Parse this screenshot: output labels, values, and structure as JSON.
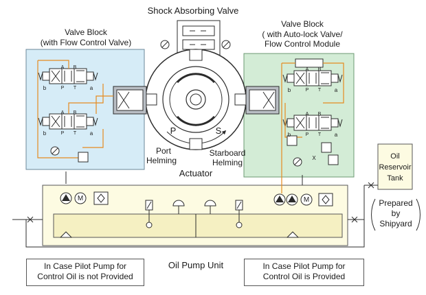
{
  "labels": {
    "shock_valve": "Shock Absorbing Valve",
    "valve_left_1": "Valve Block",
    "valve_left_2": "(with Flow Control Valve)",
    "valve_right_1": "Valve Block",
    "valve_right_2": "( with Auto-lock Valve/",
    "valve_right_3": "Flow Control Module",
    "port_1": "Port",
    "port_2": "Helming",
    "starboard_1": "Starboard",
    "starboard_2": "Helming",
    "actuator": "Actuator",
    "pump_unit": "Oil Pump Unit",
    "oil_tank_1": "Oil",
    "oil_tank_2": "Reservoir",
    "oil_tank_3": "Tank",
    "shipyard_1": "Prepared",
    "shipyard_2": "by",
    "shipyard_3": "Shipyard",
    "rotor_p": "P",
    "rotor_s": "S",
    "note_left_1": "In Case Pilot Pump for",
    "note_left_2": "Control Oil is not Provided",
    "note_right_1": "In Case Pilot Pump for",
    "note_right_2": "Control Oil is Provided",
    "pump_m": "M",
    "valve_port_a": "A",
    "valve_port_b": "B",
    "valve_port_p": "P",
    "valve_port_t": "T",
    "valve_sol_a": "a",
    "valve_sol_b": "b",
    "x_mark": "X"
  },
  "colors": {
    "left_block_fill": "#d6ecf7",
    "right_block_fill": "#d3ecd6",
    "pump_unit_fill": "#fdfbe2",
    "oil_level_fill": "#f5f0c2",
    "tank_fill": "#fdfbe2",
    "pilot_line": "#e58a1f",
    "line": "#2b2b2b",
    "actuator_fill": "#ffffff",
    "port_grey": "#b9bec4"
  }
}
